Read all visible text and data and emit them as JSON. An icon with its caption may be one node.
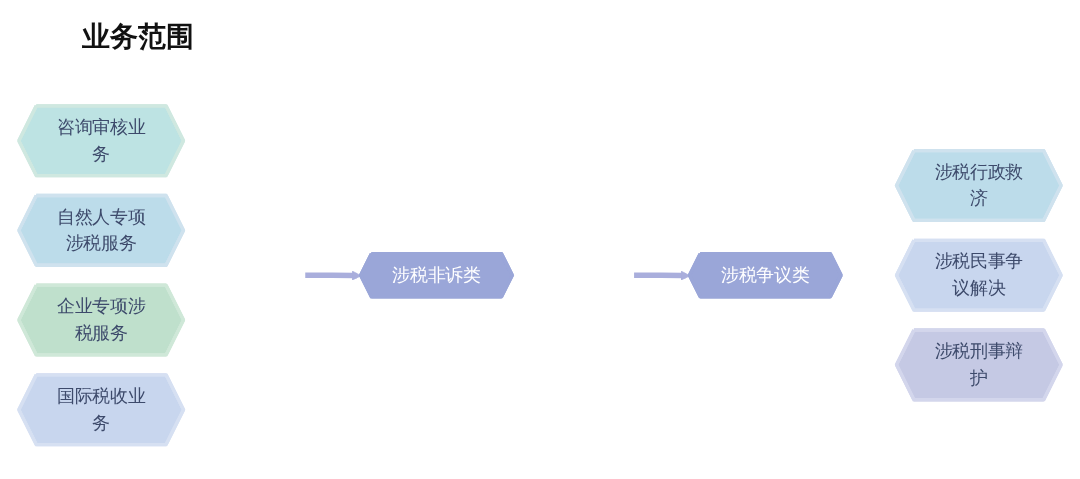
{
  "diagram": {
    "title": "业务范围",
    "nodes": [
      {
        "text": [
          "咨询审核业务"
        ]
      },
      {
        "text": [
          "自然人专项涉税服务"
        ]
      },
      {
        "text": [
          "企业专项涉税服务"
        ]
      },
      {
        "text": [
          "国际税收业务"
        ]
      },
      {
        "text": [
          "涉税非诉类"
        ]
      },
      {
        "text": [
          "涉税争议类"
        ]
      },
      {
        "text": [
          "涉税行政救济"
        ]
      },
      {
        "text": [
          "涉税民事争议解决"
        ]
      },
      {
        "text": [
          "涉税刑事辩护"
        ]
      }
    ],
    "edges": [
      {
        "from": null,
        "to": 4,
        "arrow": "to"
      },
      {
        "from": null,
        "to": 5,
        "arrow": "to"
      }
    ]
  }
}
